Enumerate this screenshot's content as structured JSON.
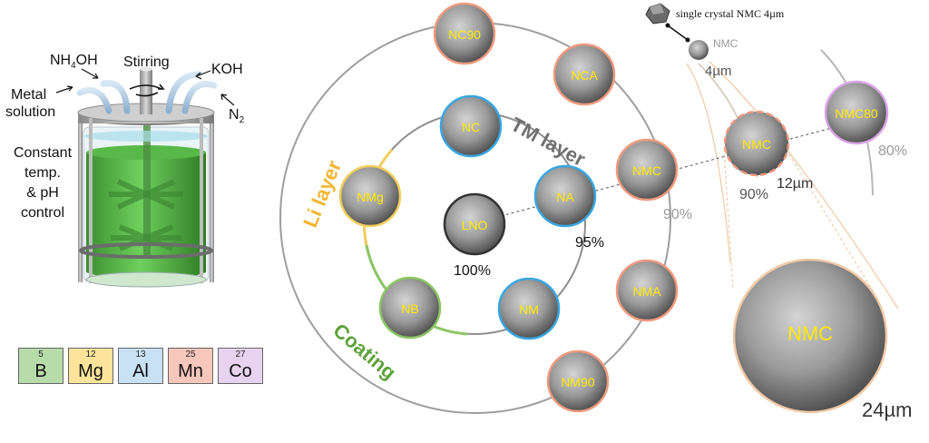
{
  "reactor": {
    "labels": {
      "nh4oh_main": "NH",
      "nh4oh_sub": "4",
      "nh4oh_tail": "OH",
      "stirring": "Stirring",
      "koh": "KOH",
      "metal_line1": "Metal",
      "metal_line2": "solution",
      "n2_main": "N",
      "n2_sub": "2",
      "constant_line1": "Constant",
      "constant_line2": "temp.",
      "constant_line3": "& pH",
      "constant_line4": "control"
    }
  },
  "elements": [
    {
      "number": "5",
      "symbol": "B",
      "color": "#b7dcaa"
    },
    {
      "number": "12",
      "symbol": "Mg",
      "color": "#fde49a"
    },
    {
      "number": "13",
      "symbol": "Al",
      "color": "#c9e1f4"
    },
    {
      "number": "25",
      "symbol": "Mn",
      "color": "#f7c7bb"
    },
    {
      "number": "27",
      "symbol": "Co",
      "color": "#e7d3f0"
    }
  ],
  "rings": {
    "li_layer": "Li layer",
    "tm_layer": "TM layer",
    "coating": "Coating"
  },
  "particles": {
    "center": "LNO",
    "inner": [
      "NC",
      "NA",
      "NM",
      "NB",
      "NMg"
    ],
    "outer": [
      "NC90",
      "NCA",
      "NMC",
      "NMA",
      "NM90"
    ],
    "right": {
      "nmc12": "NMC",
      "nmc80": "NMC80",
      "nmc24": "NMC",
      "nmc4": "NMC"
    }
  },
  "percentages": {
    "p100": "100%",
    "p95": "95%",
    "p90_outer": "90%",
    "p90_right": "90%",
    "p80": "80%"
  },
  "sizes": {
    "s4": "4µm",
    "s12": "12µm",
    "s24": "24µm"
  },
  "single_crystal": "single crystal NMC 4µm",
  "colors": {
    "blue_ring": "#3aa6e0",
    "salmon_ring": "#ef9a80",
    "black_ring": "#333333",
    "purple_ring": "#d9a5e6",
    "yellow_ring": "#f2cf5c",
    "green_ring": "#8cc665",
    "particle_label": "#ffea00",
    "green_text": "#5ea23b",
    "yellow_text": "#f2b632",
    "grey_text": "#9a9a9a",
    "tan_line": "#f0c9a5"
  }
}
